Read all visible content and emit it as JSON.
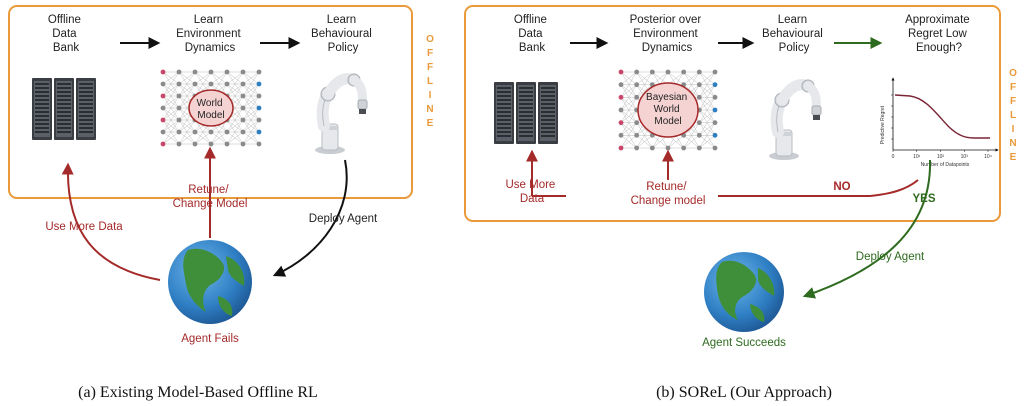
{
  "panel_a": {
    "step1": [
      "Offline",
      "Data",
      "Bank"
    ],
    "step2": [
      "Learn",
      "Environment",
      "Dynamics"
    ],
    "step3": [
      "Learn",
      "Behavioural",
      "Policy"
    ],
    "model_label": [
      "World",
      "Model"
    ],
    "offline_letters": [
      "O",
      "F",
      "F",
      "L",
      "I",
      "N",
      "E"
    ],
    "retune": [
      "Retune/",
      "Change Model"
    ],
    "use_more_data": "Use More Data",
    "deploy_agent": "Deploy Agent",
    "agent_fails": "Agent Fails",
    "caption": "(a) Existing Model-Based Offline RL"
  },
  "panel_b": {
    "step1": [
      "Offline",
      "Data",
      "Bank"
    ],
    "step2": [
      "Posterior over",
      "Environment",
      "Dynamics"
    ],
    "step3": [
      "Learn",
      "Behavioural",
      "Policy"
    ],
    "step4": [
      "Approximate",
      "Regret Low",
      "Enough?"
    ],
    "model_label": [
      "Bayesian",
      "World",
      "Model"
    ],
    "offline_letters": [
      "O",
      "F",
      "F",
      "L",
      "I",
      "N",
      "E"
    ],
    "use_more_data": [
      "Use More",
      "Data"
    ],
    "retune": [
      "Retune/",
      "Change model"
    ],
    "no": "NO",
    "yes": "YES",
    "deploy_agent": "Deploy Agent",
    "agent_succeeds": "Agent Succeeds",
    "plot_ylabel": "Predictive Regret",
    "plot_xlabel": "Number of Datapoints",
    "plot_ticks": [
      "0",
      "10¹",
      "10²",
      "10³",
      "10⁴"
    ],
    "caption": "(b) SOReL (Our Approach)"
  },
  "colors": {
    "frame": "#ea9a3a",
    "red_arrow": "#a52a2a",
    "green_arrow": "#2e6b1f",
    "curve": "#7a2535"
  }
}
